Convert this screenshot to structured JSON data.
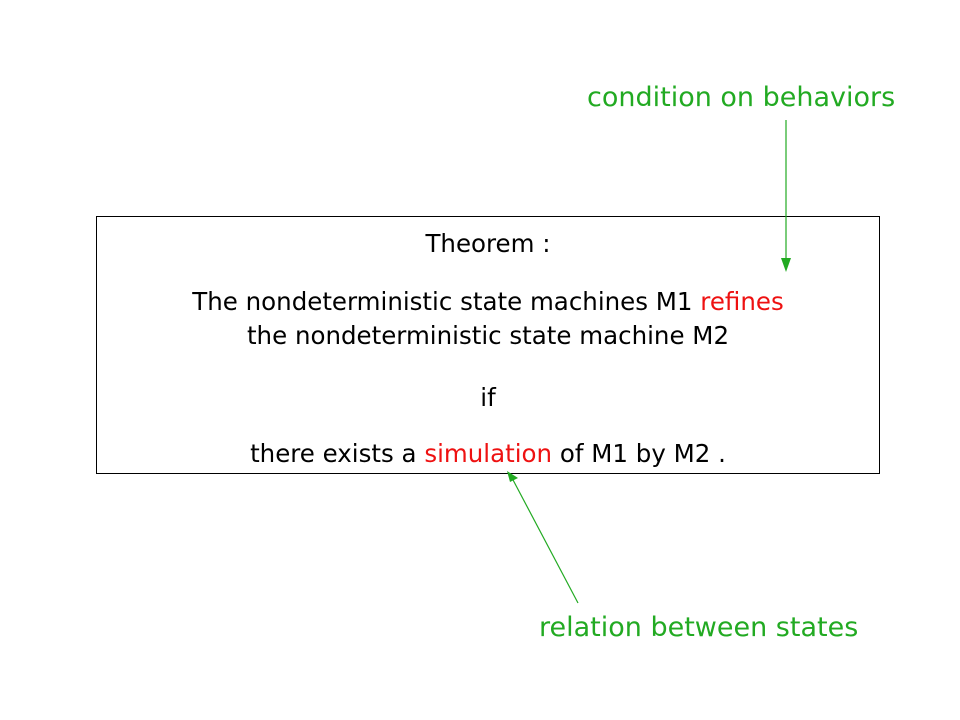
{
  "colors": {
    "annotation": "#22aa22",
    "highlight": "#ee1111",
    "text": "#000000"
  },
  "annotations": {
    "top": "condition on behaviors",
    "bottom": "relation between states"
  },
  "theorem": {
    "title": "Theorem :",
    "line1_prefix": "The nondeterministic state machines M1 ",
    "line1_highlight": "refines",
    "line2": "the nondeterministic state machine M2",
    "if": "if",
    "line4_prefix": "there exists a ",
    "line4_highlight": "simulation",
    "line4_suffix": " of M1 by M2  ."
  }
}
